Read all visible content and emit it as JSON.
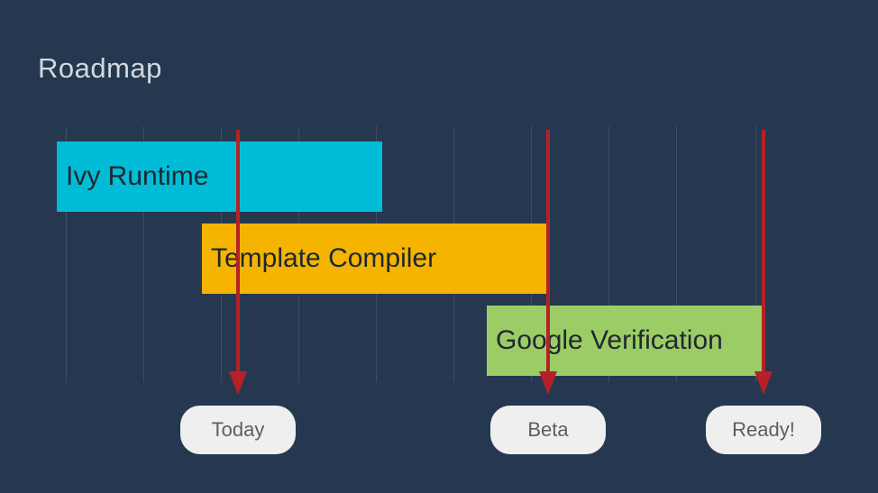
{
  "slide": {
    "title": "Roadmap"
  },
  "bars": [
    {
      "label": "Ivy Runtime",
      "color": "#00bcd6"
    },
    {
      "label": "Template Compiler",
      "color": "#f4b400"
    },
    {
      "label": "Google Verification",
      "color": "#9ccc65"
    }
  ],
  "milestones": [
    {
      "label": "Today"
    },
    {
      "label": "Beta"
    },
    {
      "label": "Ready!"
    }
  ],
  "colors": {
    "background": "#253850",
    "arrow": "#b52126",
    "milestone_fill": "#efefef"
  }
}
